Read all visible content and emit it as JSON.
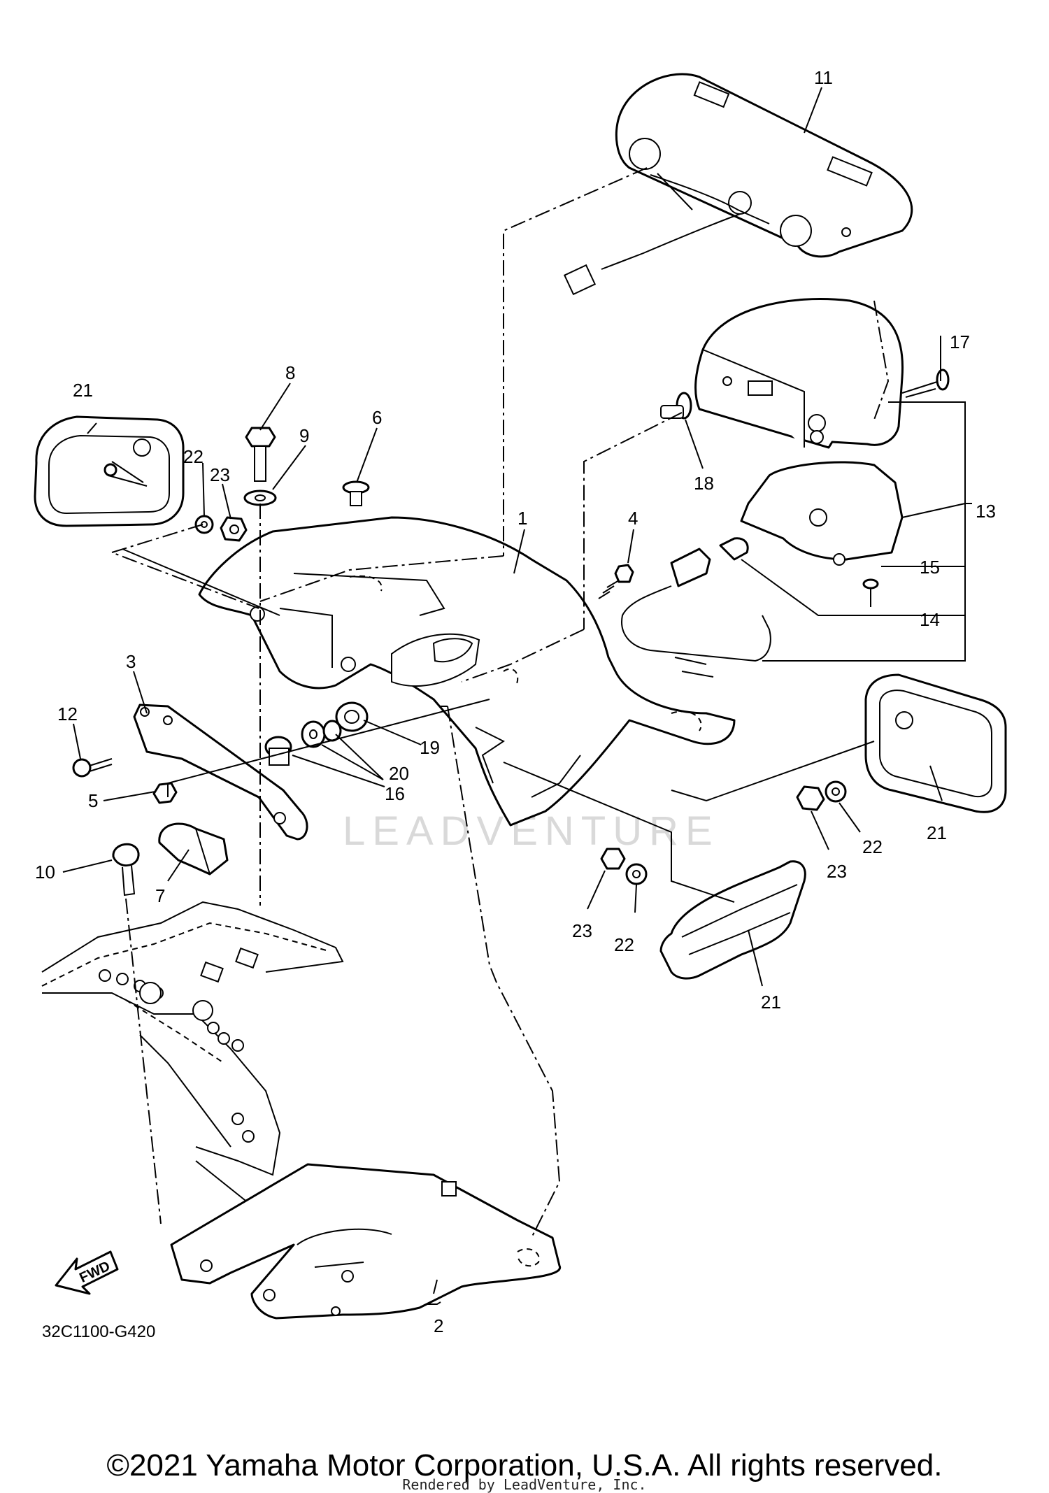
{
  "diagram": {
    "ref_code": "32C1100-G420",
    "fwd_label": "FWD",
    "watermark": "LEADVENTURE",
    "callouts": [
      {
        "id": "c1",
        "label": "1"
      },
      {
        "id": "c2",
        "label": "2"
      },
      {
        "id": "c3",
        "label": "3"
      },
      {
        "id": "c4",
        "label": "4"
      },
      {
        "id": "c5",
        "label": "5"
      },
      {
        "id": "c6",
        "label": "6"
      },
      {
        "id": "c7",
        "label": "7"
      },
      {
        "id": "c8",
        "label": "8"
      },
      {
        "id": "c9",
        "label": "9"
      },
      {
        "id": "c10",
        "label": "10"
      },
      {
        "id": "c11",
        "label": "11"
      },
      {
        "id": "c12",
        "label": "12"
      },
      {
        "id": "c13",
        "label": "13"
      },
      {
        "id": "c14",
        "label": "14"
      },
      {
        "id": "c15",
        "label": "15"
      },
      {
        "id": "c16",
        "label": "16"
      },
      {
        "id": "c17",
        "label": "17"
      },
      {
        "id": "c18",
        "label": "18"
      },
      {
        "id": "c19",
        "label": "19"
      },
      {
        "id": "c20",
        "label": "20"
      },
      {
        "id": "c21a",
        "label": "21"
      },
      {
        "id": "c21b",
        "label": "21"
      },
      {
        "id": "c21c",
        "label": "21"
      },
      {
        "id": "c22a",
        "label": "22"
      },
      {
        "id": "c22b",
        "label": "22"
      },
      {
        "id": "c22c",
        "label": "22"
      },
      {
        "id": "c23a",
        "label": "23"
      },
      {
        "id": "c23b",
        "label": "23"
      },
      {
        "id": "c23c",
        "label": "23"
      }
    ]
  },
  "footer": {
    "copyright": "©2021 Yamaha Motor Corporation, U.S.A. All rights reserved.",
    "rendered_by": "Rendered by LeadVenture, Inc."
  }
}
